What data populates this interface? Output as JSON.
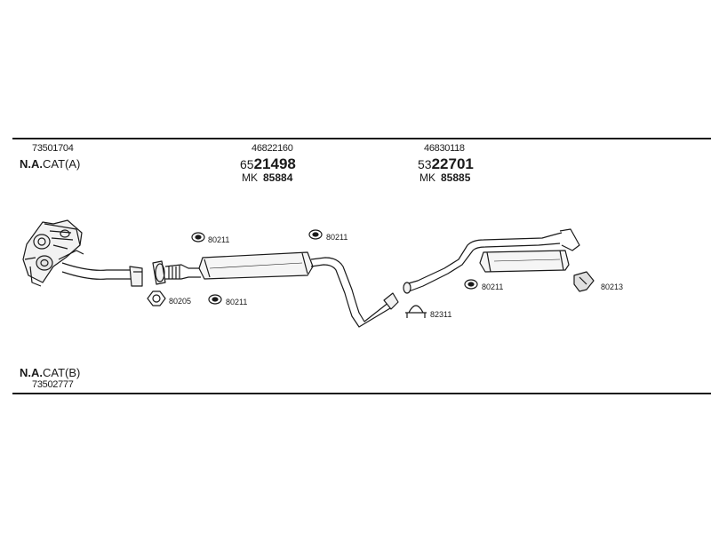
{
  "top_left": {
    "part_number": "73501704",
    "na_label": "N.A.",
    "cat_label": "CAT(A)"
  },
  "front_section": {
    "part_number": "46822160",
    "ref_prefix": "65",
    "ref_main": "21498",
    "mk_prefix": "MK",
    "mk_number": "85884"
  },
  "rear_section": {
    "part_number": "46830118",
    "ref_prefix": "53",
    "ref_main": "22701",
    "mk_prefix": "MK",
    "mk_number": "85885"
  },
  "bottom_left": {
    "na_label": "N.A.",
    "cat_label": "CAT(B)",
    "part_number": "73502777"
  },
  "part_labels": {
    "hanger_1": "80211",
    "hanger_2": "80211",
    "hanger_3": "80211",
    "hanger_4": "80211",
    "gasket": "80205",
    "clamp": "82311",
    "bracket": "80213"
  }
}
